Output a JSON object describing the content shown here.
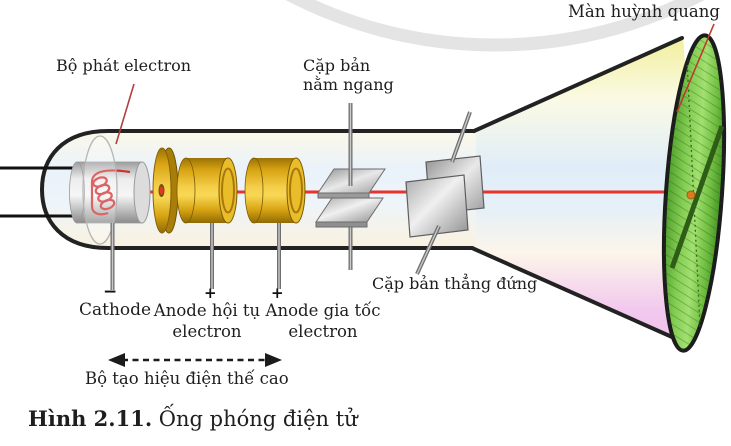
{
  "figure": {
    "caption_number": "Hình 2.11.",
    "caption_title": " Ống phóng điện tử"
  },
  "labels": {
    "electron_emitter": "Bộ phát electron",
    "horizontal_plates_line1": "Cặp bản",
    "horizontal_plates_line2": "nằm ngang",
    "fluorescent_screen": "Màn huỳnh quang",
    "vertical_plates": "Cặp bản thẳng đứng",
    "cathode": "Cathode",
    "cathode_sign": "−",
    "focus_anode_line1": "Anode hội tụ",
    "focus_anode_line2": "electron",
    "focus_anode_sign": "+",
    "accel_anode_line1": "Anode gia tốc",
    "accel_anode_line2": "electron",
    "accel_anode_sign": "+",
    "hv_supply": "Bộ tạo hiệu điện thế cao"
  },
  "colors": {
    "beam_red": "#e8332a",
    "anode_gold": "#f5cf4a",
    "screen_green": "#8fd45e",
    "tube_outline": "#222222",
    "background_arc": "#e4e4e4",
    "cone_top_yellow": "#f3f0a0",
    "cone_bottom_pink": "#f2c4ee"
  }
}
